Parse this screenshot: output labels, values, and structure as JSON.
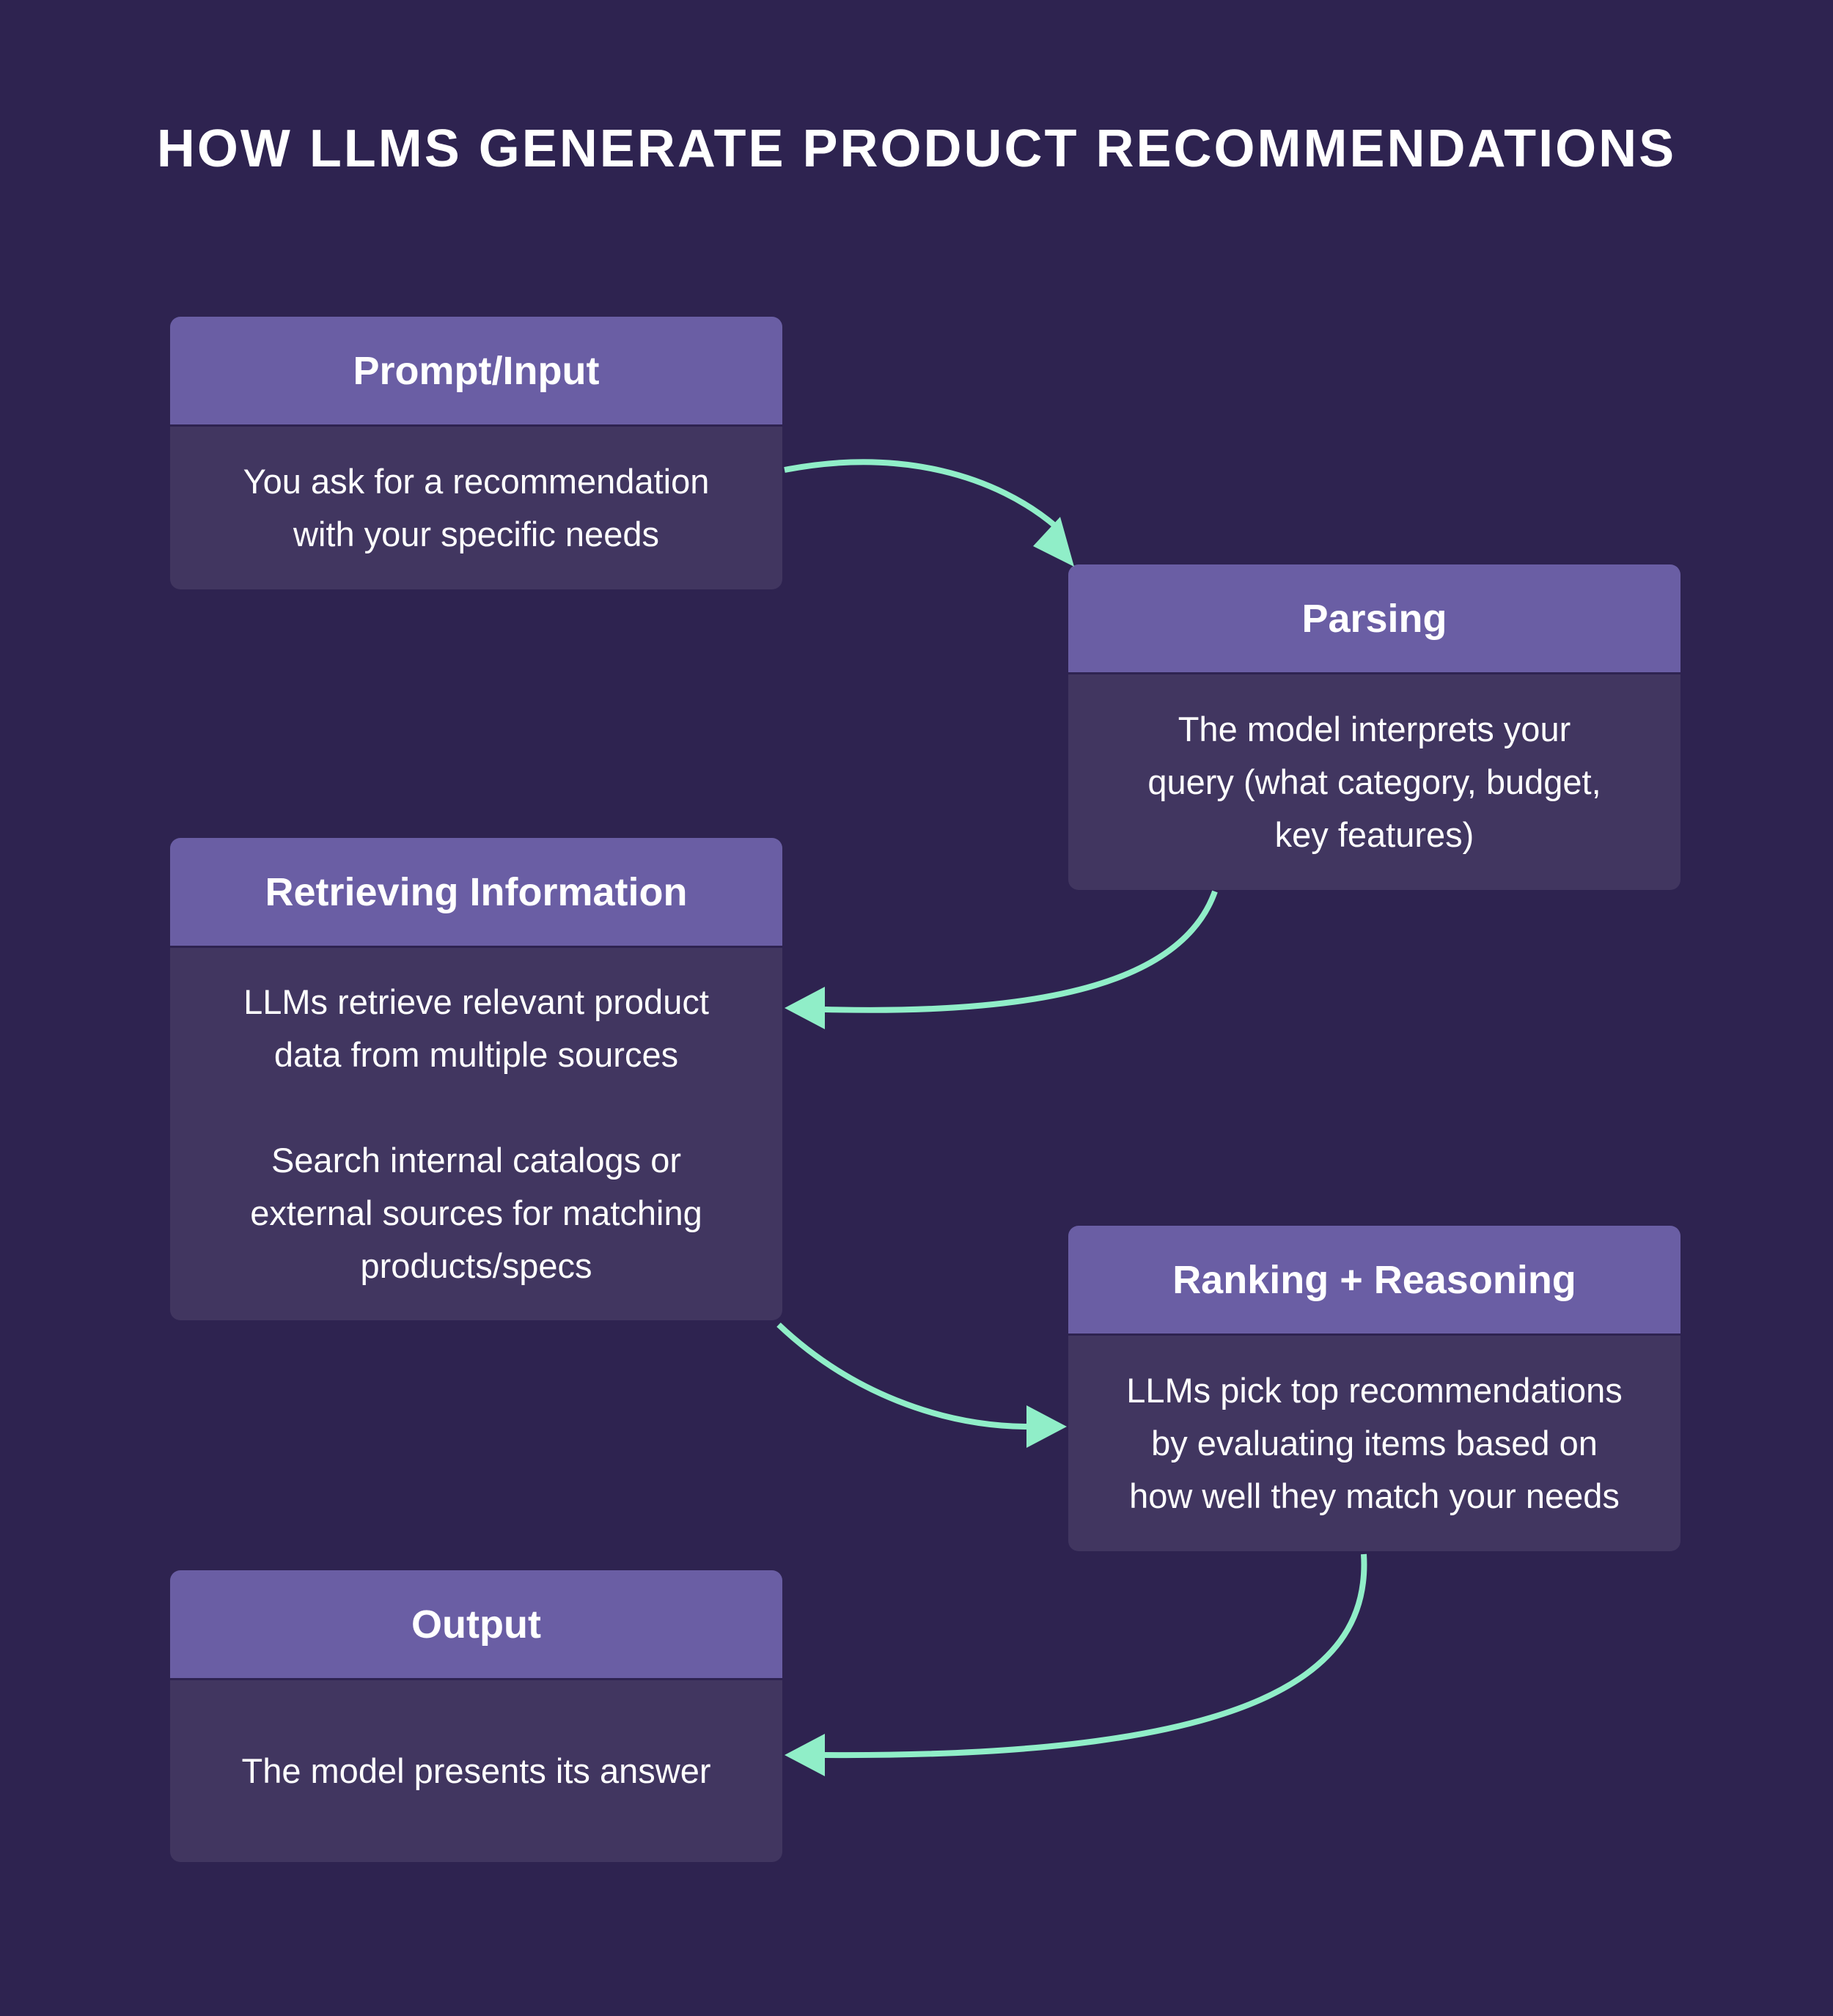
{
  "title": "HOW LLMS GENERATE PRODUCT RECOMMENDATIONS",
  "accent_colors": {
    "background": "#2e2350",
    "header": "#6a5ea4",
    "body": "#413660",
    "arrow": "#90eec8"
  },
  "steps": [
    {
      "title": "Prompt/Input",
      "body": [
        "You ask for a recommendation\nwith your specific needs"
      ]
    },
    {
      "title": "Parsing",
      "body": [
        "The model interprets your\nquery (what category, budget,\nkey features)"
      ]
    },
    {
      "title": "Retrieving Information",
      "body": [
        "LLMs retrieve relevant product\ndata from multiple sources",
        "Search internal catalogs or\nexternal sources for matching\nproducts/specs"
      ]
    },
    {
      "title": "Ranking + Reasoning",
      "body": [
        "LLMs pick top recommendations\nby evaluating items based on\nhow well they match your needs"
      ]
    },
    {
      "title": "Output",
      "body": [
        "The model presents its answer"
      ]
    }
  ]
}
